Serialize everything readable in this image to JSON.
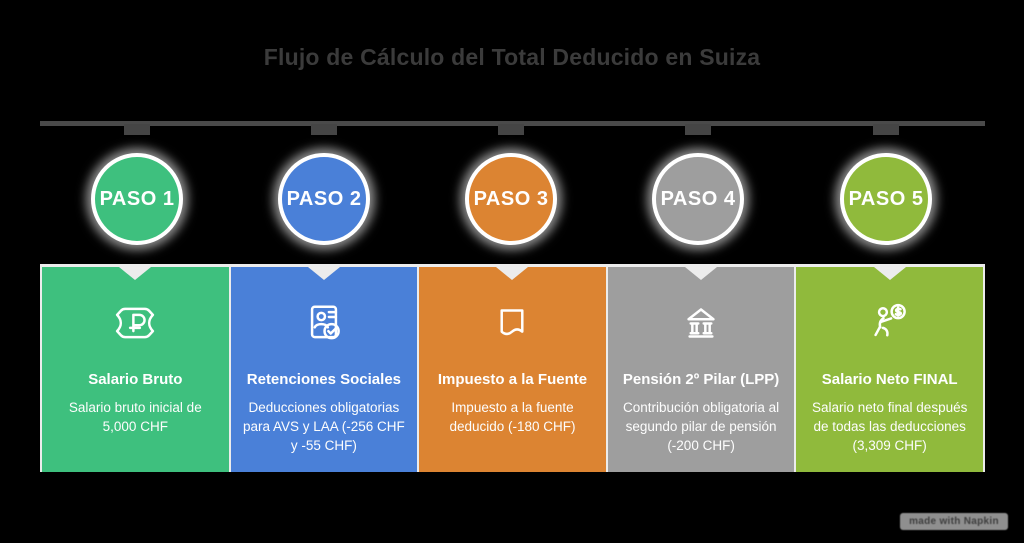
{
  "title": "Flujo de Cálculo del Total Deducido en Suiza",
  "colors": {
    "background": "#000000",
    "title_text": "#3B3B3B",
    "timeline_line": "#4A4A4A",
    "card_divider": "#ECECEC",
    "card_text": "#FFFFFF"
  },
  "steps": [
    {
      "label": "PASO 1",
      "color": "#3EC07E",
      "icon": "banknote-icon",
      "card_title": "Salario Bruto",
      "card_body": "Salario bruto inicial de 5,000 CHF"
    },
    {
      "label": "PASO 2",
      "color": "#4A80D8",
      "icon": "id-card-check-icon",
      "card_title": "Retenciones Sociales",
      "card_body": "Deducciones obligatorias para AVS y LAA (-256 CHF y -55 CHF)"
    },
    {
      "label": "PASO 3",
      "color": "#DC8432",
      "icon": "receipt-icon",
      "card_title": "Impuesto a la Fuente",
      "card_body": "Impuesto a la fuente deducido (-180 CHF)"
    },
    {
      "label": "PASO 4",
      "color": "#9E9E9E",
      "icon": "bank-icon",
      "card_title": "Pensión 2º Pilar (LPP)",
      "card_body": "Contribución obligatoria al segundo pilar de pensión (-200 CHF)"
    },
    {
      "label": "PASO 5",
      "color": "#90BA3C",
      "icon": "person-money-icon",
      "card_title": "Salario Neto FINAL",
      "card_body": "Salario neto final después de todas las deducciones (3,309 CHF)"
    }
  ],
  "watermark": "made with Napkin"
}
